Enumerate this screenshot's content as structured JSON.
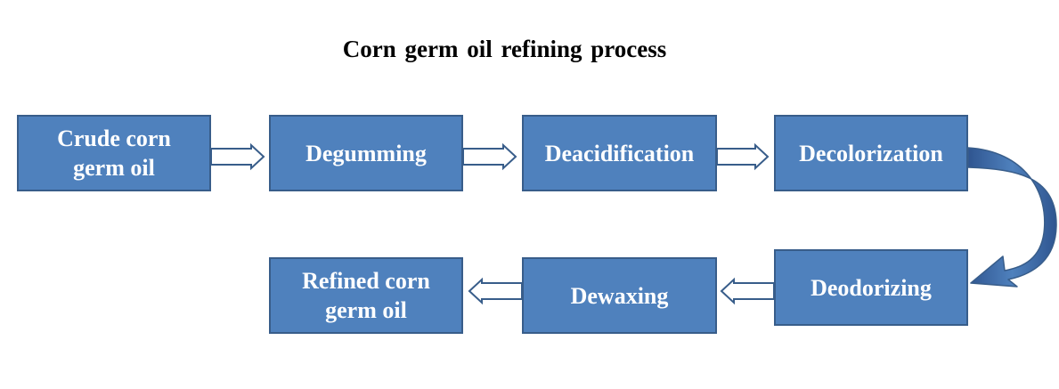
{
  "title": "Corn germ oil refining process",
  "steps": {
    "crude": "Crude corn\ngerm oil",
    "degumming": "Degumming",
    "deacidification": "Deacidification",
    "decolorization": "Decolorization",
    "deodorizing": "Deodorizing",
    "dewaxing": "Dewaxing",
    "refined": "Refined corn\ngerm oil"
  },
  "colors": {
    "box_fill": "#4f81bd",
    "box_border": "#385d8a",
    "arrow_stroke": "#385d8a",
    "curved_arrow": "#3e6aa6"
  }
}
